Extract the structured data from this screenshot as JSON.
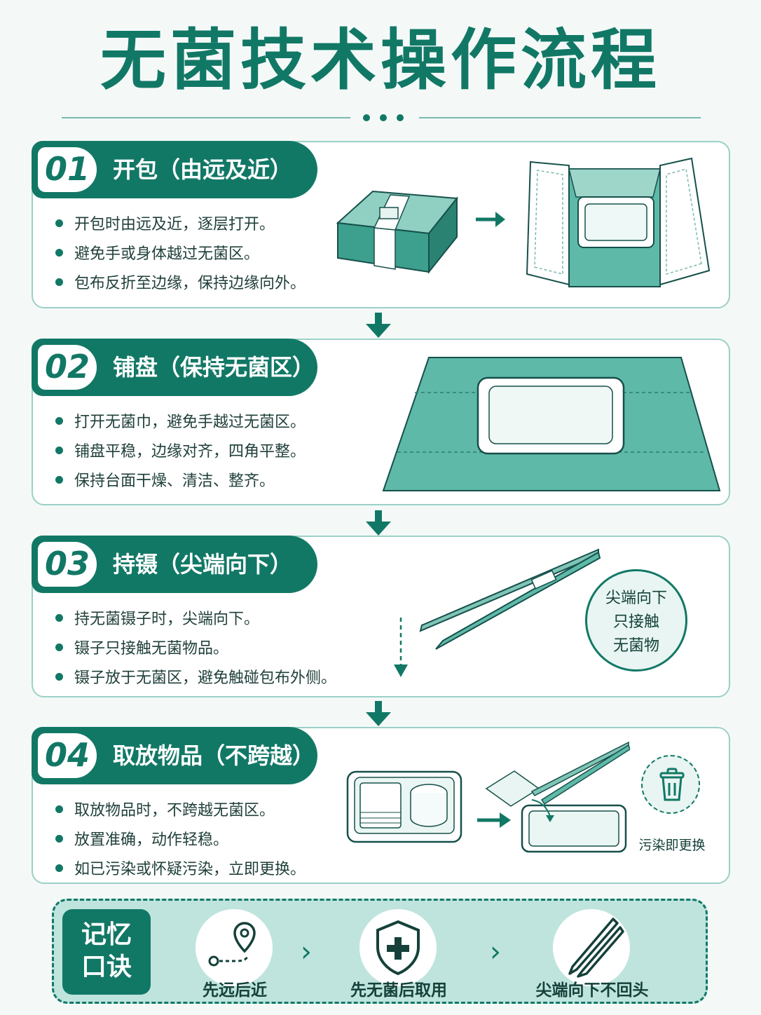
{
  "title": "无菌技术操作流程",
  "steps": [
    {
      "num": "01",
      "title": "开包（由远及近）",
      "bullets": [
        "开包时由远及近，逐层打开。",
        "避免手或身体越过无菌区。",
        "包布反折至边缘，保持边缘向外。"
      ]
    },
    {
      "num": "02",
      "title": "铺盘（保持无菌区）",
      "bullets": [
        "打开无菌巾，避免手越过无菌区。",
        "铺盘平稳，边缘对齐，四角平整。",
        "保持台面干燥、清洁、整齐。"
      ]
    },
    {
      "num": "03",
      "title": "持镊（尖端向下）",
      "bullets": [
        "持无菌镊子时，尖端向下。",
        "镊子只接触无菌物品。",
        "镊子放于无菌区，避免触碰包布外侧。"
      ],
      "note": [
        "尖端向下",
        "只接触",
        "无菌物"
      ]
    },
    {
      "num": "04",
      "title": "取放物品（不跨越）",
      "bullets": [
        "取放物品时，不跨越无菌区。",
        "放置准确，动作轻稳。",
        "如已污染或怀疑污染，立即更换。"
      ],
      "note": "污染即更换"
    }
  ],
  "memory": {
    "label_line1": "记忆",
    "label_line2": "口诀",
    "items": [
      {
        "text": "先远后近",
        "icon": "map-pin-route-icon"
      },
      {
        "text": "先无菌后取用",
        "icon": "shield-plus-icon"
      },
      {
        "text": "尖端向下不回头",
        "icon": "forceps-icon"
      }
    ]
  },
  "colors": {
    "primary": "#127866",
    "light": "#bfe4de",
    "drape": "#5fb9a8"
  }
}
